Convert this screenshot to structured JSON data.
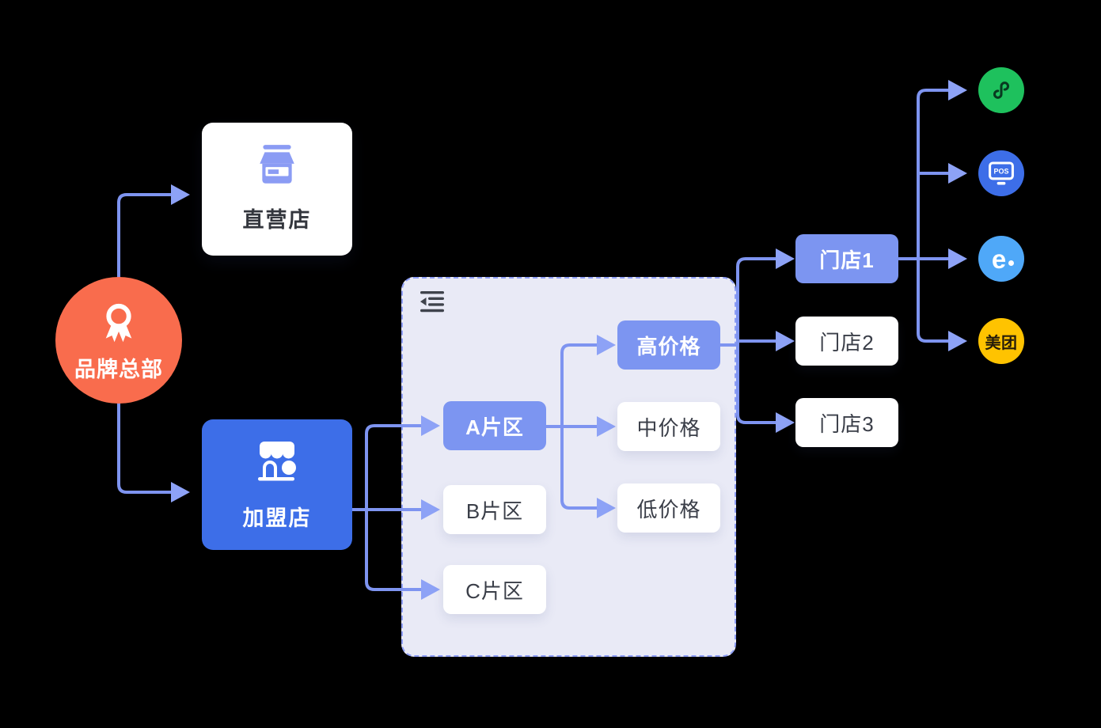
{
  "diagram": {
    "hq": {
      "label": "品牌总部"
    },
    "direct_store": {
      "label": "直营店"
    },
    "franchise_store": {
      "label": "加盟店"
    },
    "panel": {
      "regions": [
        {
          "label": "A片区",
          "highlighted": true
        },
        {
          "label": "B片区",
          "highlighted": false
        },
        {
          "label": "C片区",
          "highlighted": false
        }
      ],
      "prices": [
        {
          "label": "高价格",
          "highlighted": true
        },
        {
          "label": "中价格",
          "highlighted": false
        },
        {
          "label": "低价格",
          "highlighted": false
        }
      ]
    },
    "stores": [
      {
        "label": "门店1",
        "highlighted": true
      },
      {
        "label": "门店2",
        "highlighted": false
      },
      {
        "label": "门店3",
        "highlighted": false
      }
    ],
    "channels": [
      {
        "icon": "wechat-miniprogram-icon",
        "color": "#1EC15D"
      },
      {
        "icon": "pos-icon",
        "label": "POS",
        "color": "#3D6EE8"
      },
      {
        "icon": "eleme-icon",
        "label": "e",
        "color": "#4FA8F8"
      },
      {
        "icon": "meituan-icon",
        "label": "美团",
        "color": "#FFC300"
      }
    ]
  },
  "colors": {
    "background": "#000000",
    "hq_orange": "#F96C4D",
    "primary_blue": "#3D6EE8",
    "highlight_periwinkle": "#7C95F1",
    "connector_line": "#7E94F0",
    "arrowhead": "#8DA2F6",
    "panel_bg": "#E9EAF6",
    "panel_border": "#8E9EF5",
    "text_dark": "#383C45",
    "store_icon_periwinkle": "#8B9CF4"
  }
}
